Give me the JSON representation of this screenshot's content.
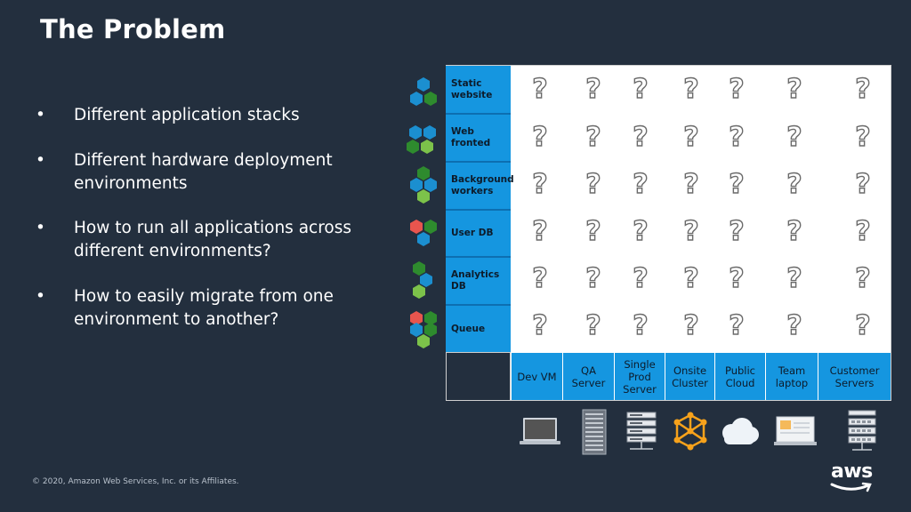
{
  "title": "The Problem",
  "bullets": [
    "Different application stacks",
    "Different hardware deployment environments",
    "How to run all applications across different environments?",
    "How to easily migrate from one environment to another?"
  ],
  "bullet_symbol": "•",
  "footer": "© 2020, Amazon Web Services, Inc. or its Affiliates.",
  "logo_text": "aws",
  "matrix": {
    "rows": [
      "Static website",
      "Web fronted",
      "Background workers",
      "User DB",
      "Analytics DB",
      "Queue"
    ],
    "columns": [
      "Dev VM",
      "QA Server",
      "Single Prod Server",
      "Onsite Cluster",
      "Public Cloud",
      "Team laptop",
      "Customer Servers"
    ],
    "cell_symbol": "?"
  },
  "colors": {
    "background": "#232f3e",
    "header_blue": "#1596e0",
    "hex_blue": "#1b8fd0",
    "hex_green_dark": "#2e8b2e",
    "hex_green_light": "#7cc24a",
    "hex_red": "#e8554e",
    "aws_orange": "#ff9900"
  },
  "row_icons": [
    "stack-icon-static",
    "stack-icon-web",
    "stack-icon-workers",
    "stack-icon-userdb",
    "stack-icon-analytics",
    "stack-icon-queue"
  ],
  "env_icons": [
    "laptop-icon",
    "server-rack-icon",
    "server-stack-icon",
    "cluster-cube-icon",
    "cloud-icon",
    "monitor-icon",
    "datacenter-icon"
  ]
}
